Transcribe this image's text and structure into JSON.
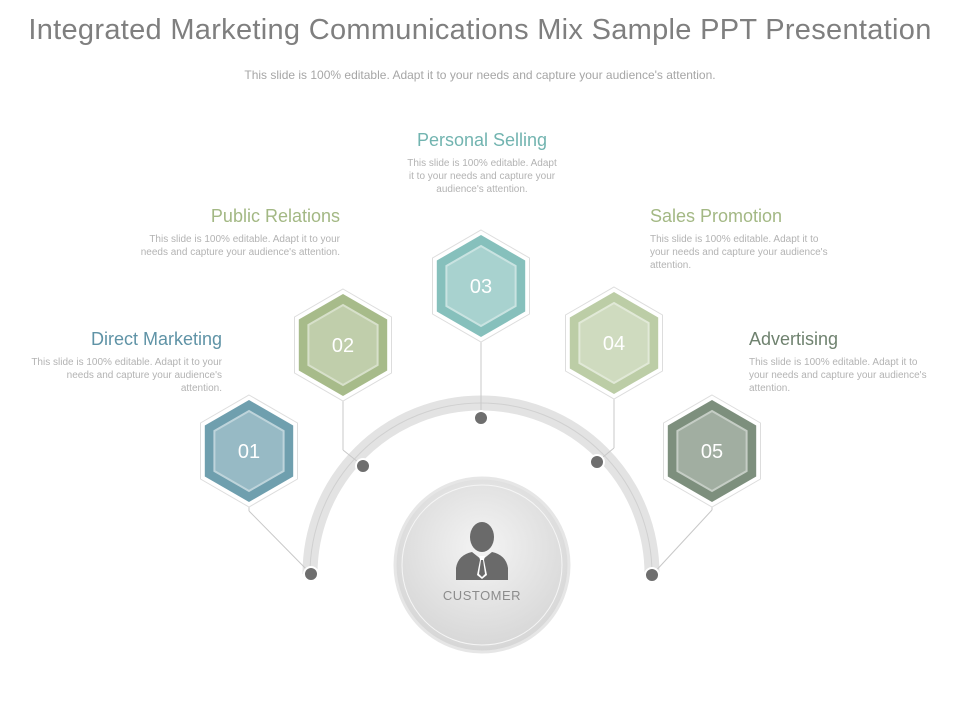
{
  "title": "Integrated Marketing Communications Mix Sample PPT Presentation",
  "subtitle": "This slide is 100% editable. Adapt it to your needs and capture your audience's attention.",
  "center": {
    "label": "CUSTOMER",
    "icon": "user-icon"
  },
  "items": [
    {
      "number": "01",
      "heading": "Direct Marketing",
      "text": "This slide is 100% editable. Adapt it to your needs and capture your audience's attention.",
      "color": "#6f9fae"
    },
    {
      "number": "02",
      "heading": "Public Relations",
      "text": "This slide is 100% editable. Adapt it to your needs and capture your audience's attention.",
      "color": "#a7bb8a"
    },
    {
      "number": "03",
      "heading": "Personal Selling",
      "text": "This slide is 100% editable. Adapt it to your needs and capture your audience's attention.",
      "color": "#86c0bc"
    },
    {
      "number": "04",
      "heading": "Sales Promotion",
      "text": "This slide is 100% editable. Adapt it to your needs and capture your audience's attention.",
      "color": "#bccda6"
    },
    {
      "number": "05",
      "heading": "Advertising",
      "text": "This slide is 100% editable. Adapt it to your needs and capture your audience's attention.",
      "color": "#7d8f7d"
    }
  ]
}
